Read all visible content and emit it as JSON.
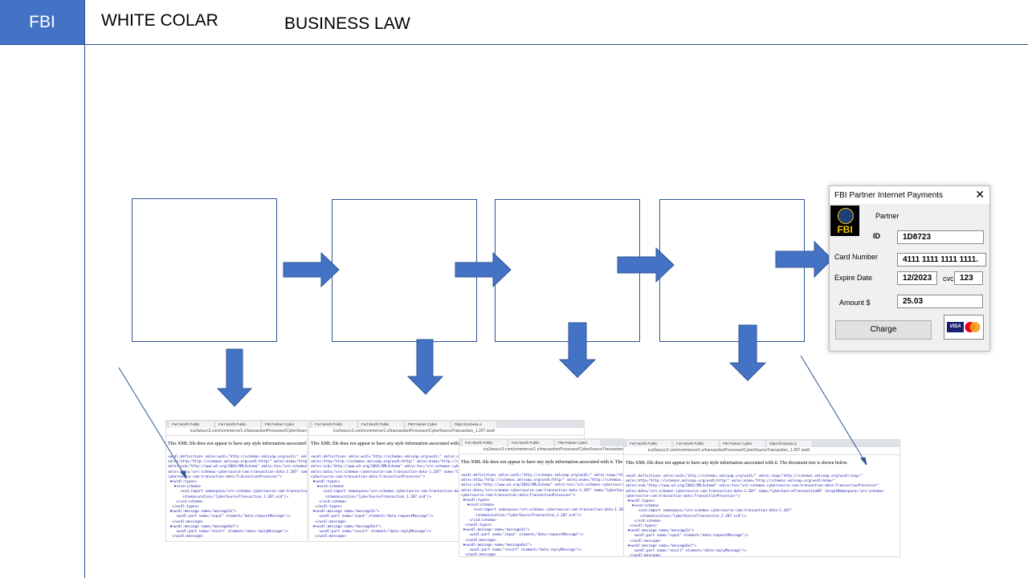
{
  "header": {
    "tab_label": "FBI",
    "title_left": "WHITE COLAR",
    "title_right": "BUSINESS LAW"
  },
  "dialog": {
    "title": "FBI Partner Internet Payments",
    "close_glyph": "✕",
    "logo_text": "FBI",
    "partner_label": "Partner",
    "id_label": "ID",
    "id_value": "1D8723",
    "card_label": "Card Number",
    "card_value": "4111 1111 1111 1111.",
    "expire_label": "Expire Date",
    "expire_value": "12/2023",
    "cvc_label": "cvc",
    "cvc_value": "123",
    "amount_label": "Amount $",
    "amount_value": "25.03",
    "charge_label": "Charge",
    "card_brands": [
      "VISA",
      "MasterCard"
    ]
  },
  "browser": {
    "tabs": [
      "Fort Worth Public",
      "Fort Worth Public",
      "FBI Partner Cyber",
      "https://ics2wsa.ic"
    ],
    "url": "ics2wsa.ic3.com/commerce/1.x/transactionProcessor/CyberSourceTransaction_1.207.wsdl",
    "message": "This XML file does not appear to have any style information associated with it. The document tree is shown below.",
    "code_lines": [
      "<wsdl:definitions xmlns:wsdl=\"http://schemas.xmlsoap.org/wsdl/\" xmlns:soap=\"http://schemas.xmlsoap.org/wsdl/soap/\"",
      "xmlns:http=\"http://schemas.xmlsoap.org/wsdl/http/\" xmlns:mime=\"http://schemas.xmlsoap.org/wsdl/mime/\"",
      "xmlns:xsd=\"http://www.w3.org/2001/XMLSchema\" xmlns:tns=\"urn:schemas-cybersource-com:transaction-data:TransactionProcessor\"",
      "xmlns:data=\"urn:schemas-cybersource-com:transaction-data-1.207\" name=\"CyberSourceTransactionWS\" targetNamespace=\"urn:schemas-",
      "cybersource-com:transaction-data:TransactionProcessor\">",
      " ▼<wsdl:types>",
      "   ▼<xsd:schema>",
      "      <xsd:import namespace=\"urn:schemas-cybersource-com:transaction-data-1.207\"",
      "       schemaLocation=\"CyberSourceTransaction_1.207.xsd\"/>",
      "    </xsd:schema>",
      "  </wsdl:types>",
      " ▼<wsdl:message name=\"messageIn\">",
      "    <wsdl:part name=\"input\" element=\"data:requestMessage\"/>",
      "  </wsdl:message>",
      " ▼<wsdl:message name=\"messageOut\">",
      "    <wsdl:part name=\"result\" element=\"data:replyMessage\"/>",
      "  </wsdl:message>"
    ]
  },
  "colors": {
    "accent": "#4472c4",
    "line": "#2f5597"
  }
}
